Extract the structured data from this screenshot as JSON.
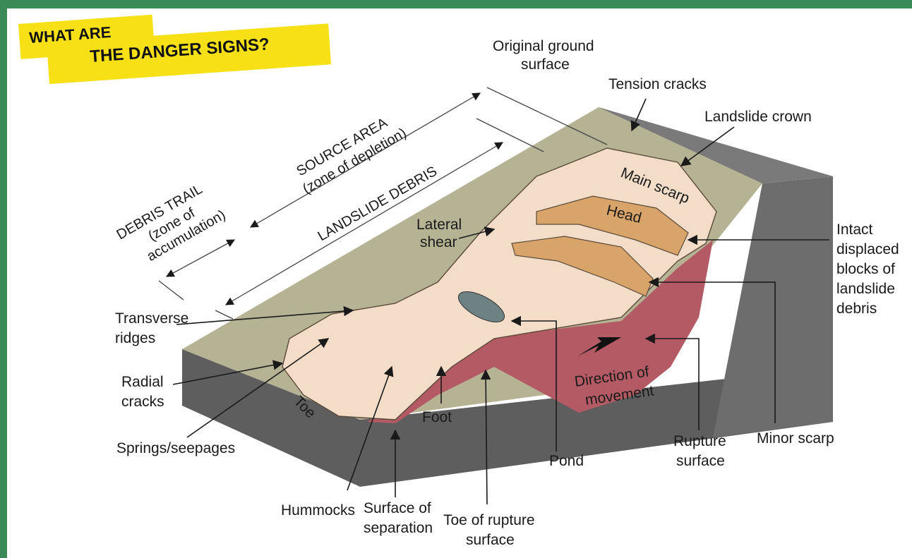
{
  "banner": {
    "line1": "WHAT ARE",
    "line2": "THE DANGER SIGNS?"
  },
  "colors": {
    "background_green": "#3a8a55",
    "banner_yellow": "#f7e016",
    "ground_surface": "#b6b394",
    "block_side": "#6d6d6d",
    "rupture": "#b45a64",
    "debris": "#f3ddc8",
    "head_block": "#d9a46a",
    "pond": "#6e8284"
  },
  "zones": {
    "source_area": "SOURCE AREA",
    "source_area_sub": "(zone of depletion)",
    "landslide_debris": "LANDSLIDE DEBRIS",
    "debris_trail": "DEBRIS TRAIL",
    "debris_trail_sub1": "(zone of",
    "debris_trail_sub2": "accumulation)"
  },
  "labels": {
    "original_ground_1": "Original ground",
    "original_ground_2": "surface",
    "tension_cracks": "Tension cracks",
    "landslide_crown": "Landslide crown",
    "main_scarp": "Main scarp",
    "head": "Head",
    "lateral_1": "Lateral",
    "lateral_2": "shear",
    "intact_1": "Intact",
    "intact_2": "displaced",
    "intact_3": "blocks of",
    "intact_4": "landslide",
    "intact_5": "debris",
    "transverse_1": "Transverse",
    "transverse_2": "ridges",
    "radial_1": "Radial",
    "radial_2": "cracks",
    "toe": "Toe",
    "foot": "Foot",
    "direction_1": "Direction of",
    "direction_2": "movement",
    "springs": "Springs/seepages",
    "pond": "Pond",
    "rupture_1": "Rupture",
    "rupture_2": "surface",
    "minor_scarp": "Minor scarp",
    "hummocks": "Hummocks",
    "separation_1": "Surface of",
    "separation_2": "separation",
    "toe_rupture_1": "Toe of rupture",
    "toe_rupture_2": "surface"
  }
}
